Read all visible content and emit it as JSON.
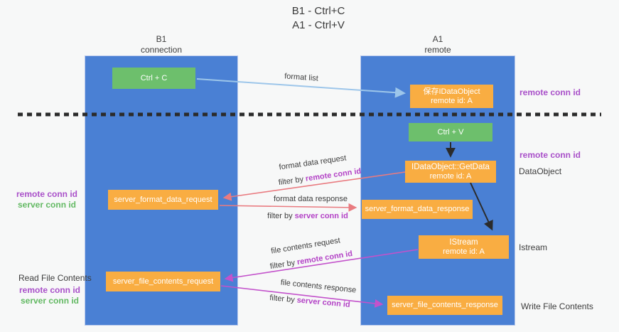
{
  "title": {
    "line1": "B1 - Ctrl+C",
    "line2": "A1 - Ctrl+V"
  },
  "lanes": {
    "left": {
      "header1": "B1",
      "header2": "connection"
    },
    "right": {
      "header1": "A1",
      "header2": "remote"
    }
  },
  "nodes": {
    "ctrl_c": {
      "label": "Ctrl + C"
    },
    "ctrl_v": {
      "label": "Ctrl + V"
    },
    "save_dataobject": {
      "line1": "保存IDataObject",
      "line2": "remote id: A"
    },
    "getdata": {
      "line1": "IDataObject::GetData",
      "line2": "remote id: A"
    },
    "istream": {
      "line1": "IStream",
      "line2": "remote id: A"
    },
    "server_format_data_request": {
      "label": "server_format_data_request"
    },
    "server_format_data_response": {
      "label": "server_format_data_response"
    },
    "server_file_contents_request": {
      "label": "server_file_contents_request"
    },
    "server_file_contents_response": {
      "label": "server_file_contents_response"
    }
  },
  "edges": {
    "format_list": {
      "label": "format list"
    },
    "format_data_request": {
      "label": "format data request",
      "filter_prefix": "filter by",
      "filter_key": "remote conn id"
    },
    "format_data_response": {
      "label": "format data response",
      "filter_prefix": "filter by",
      "filter_key": "server conn id"
    },
    "file_contents_request": {
      "label": "file contents request",
      "filter_prefix": "filter by",
      "filter_key": "remote conn id"
    },
    "file_contents_response": {
      "label": "file contents response",
      "filter_prefix": "filter by",
      "filter_key": "server conn id"
    }
  },
  "annotations": {
    "right_remote_conn_top": "remote conn id",
    "right_remote_conn_mid": "remote conn id",
    "dataobject": "DataObject",
    "istream": "Istream",
    "write_file_contents": "Write File Contents",
    "read_file_contents": "Read File Contents",
    "left_top": {
      "remote": "remote conn id",
      "server": "server conn id"
    },
    "left_bottom": {
      "remote": "remote conn id",
      "server": "server conn id"
    }
  },
  "colors": {
    "lane_blue": "#4a80d4",
    "node_orange": "#f9ad42",
    "node_green": "#6dbf6c",
    "arrow_blue": "#9dc6ea",
    "arrow_salmon": "#e97b80",
    "arrow_magenta": "#c352cb",
    "arrow_black": "#2b2b2b",
    "label_purple": "#a950c9",
    "label_green": "#63b963",
    "text_dark": "#3d3d3d"
  }
}
